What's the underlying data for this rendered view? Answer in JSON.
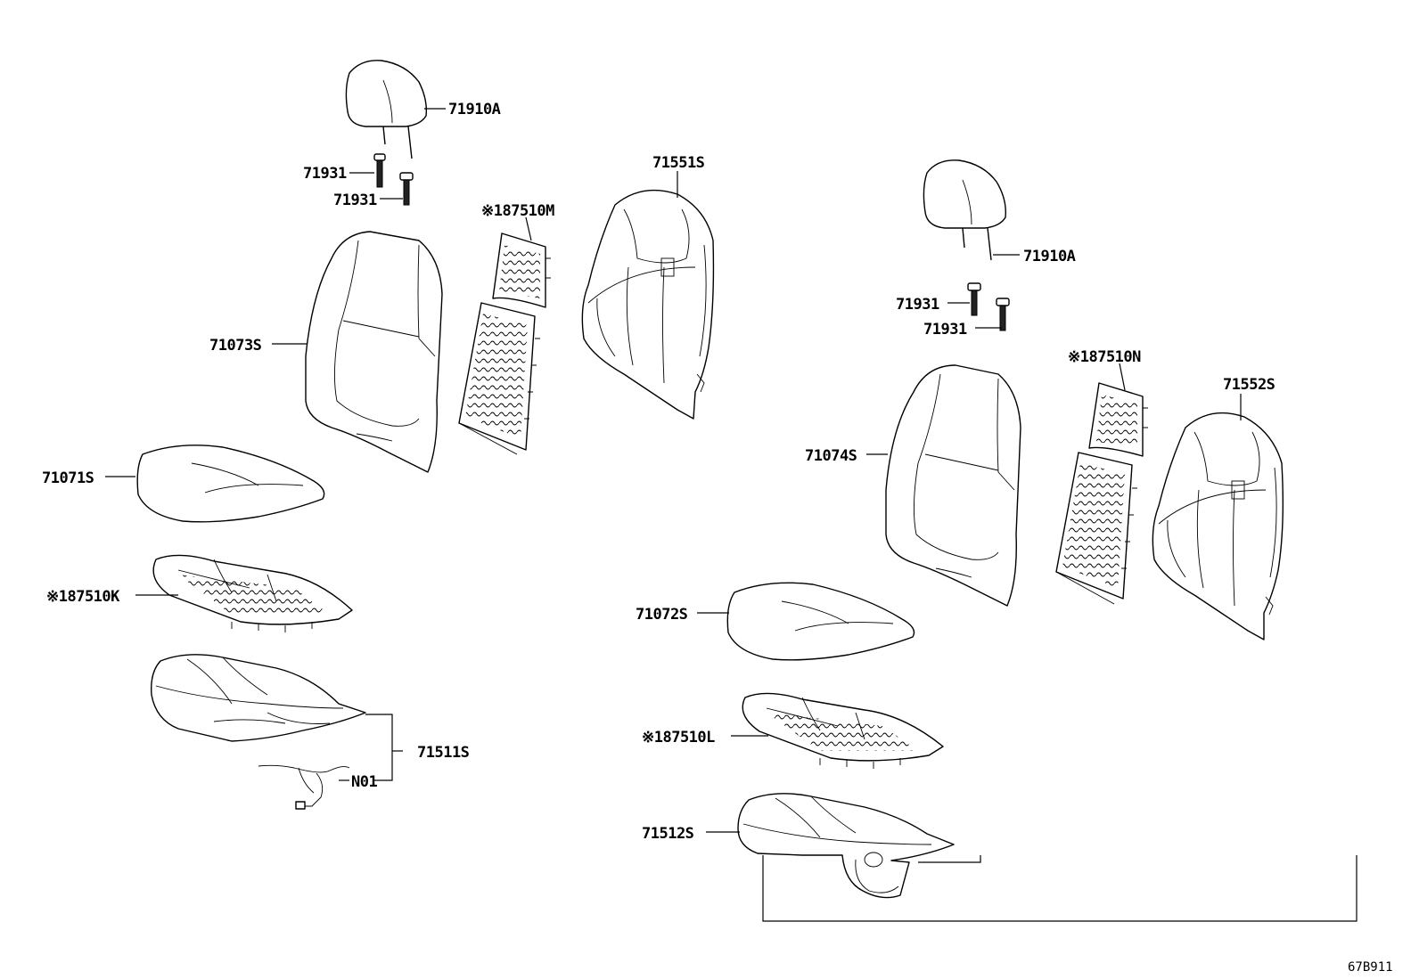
{
  "labels": {
    "left_headrest": "71910A",
    "left_guide_upper": "71931",
    "left_guide_lower": "71931",
    "left_back_heater": "※187510M",
    "left_back_pad": "71551S",
    "left_back_cover": "71073S",
    "left_cushion_cover": "71071S",
    "left_cushion_heater": "※187510K",
    "left_cushion_pad": "71511S",
    "left_wire": "N01",
    "right_headrest": "71910A",
    "right_guide_upper": "71931",
    "right_guide_lower": "71931",
    "right_back_heater": "※187510N",
    "right_back_pad": "71552S",
    "right_back_cover": "71074S",
    "right_cushion_cover": "71072S",
    "right_cushion_heater": "※187510L",
    "right_cushion_pad": "71512S"
  },
  "figure_code": "67B911"
}
